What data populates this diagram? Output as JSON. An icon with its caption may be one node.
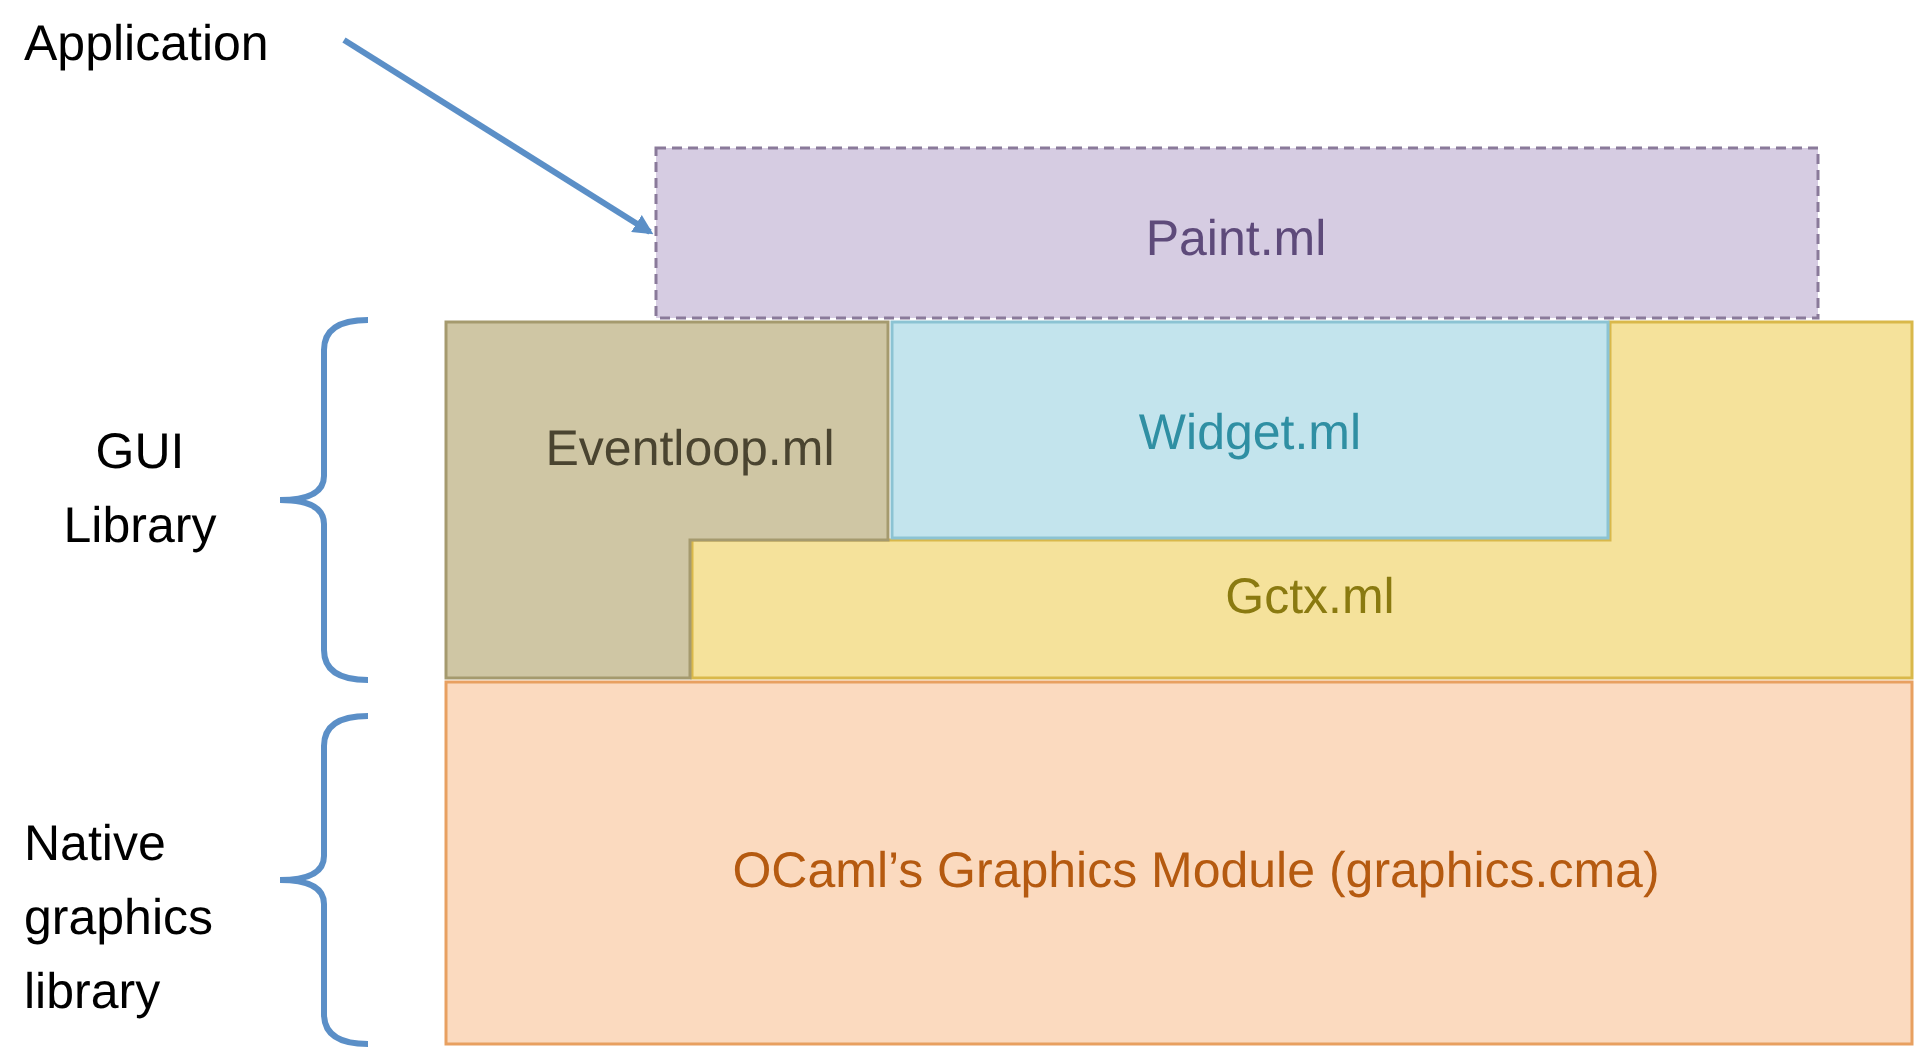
{
  "diagram": {
    "nodes": [
      {
        "text": [
          "Application"
        ]
      },
      {
        "text": [
          "Paint.ml"
        ]
      },
      {
        "text": [
          "Eventloop.ml"
        ]
      },
      {
        "text": [
          "Widget.ml"
        ]
      },
      {
        "text": [
          "Gctx.ml"
        ]
      },
      {
        "text": [
          "OCaml’s Graphics Module (graphics.cma)"
        ]
      }
    ],
    "edges": [
      {
        "from": 0,
        "to": 1,
        "arrow": "to"
      }
    ],
    "labels": [
      "GUI Library",
      "Native graphics library"
    ]
  }
}
